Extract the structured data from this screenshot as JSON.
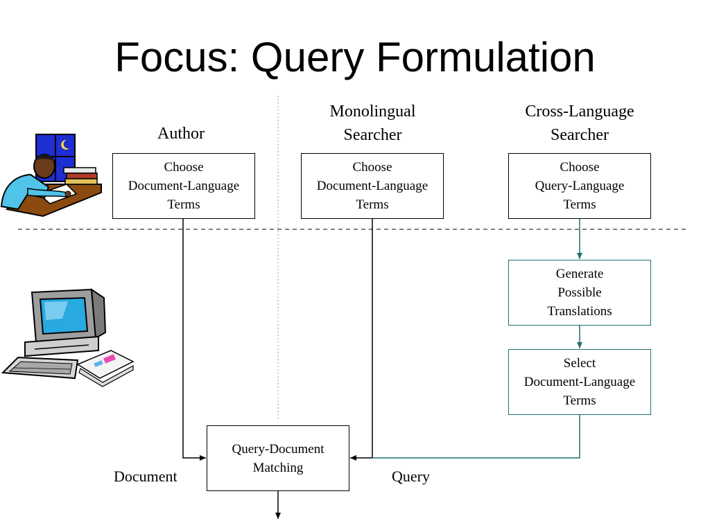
{
  "title": "Focus: Query Formulation",
  "columns": {
    "author": {
      "heading": [
        "Author"
      ]
    },
    "monolingual": {
      "heading": [
        "Monolingual",
        "Searcher"
      ]
    },
    "cross_language": {
      "heading": [
        "Cross-Language",
        "Searcher"
      ]
    }
  },
  "boxes": {
    "author_choose": [
      "Choose",
      "Document-Language",
      "Terms"
    ],
    "mono_choose": [
      "Choose",
      "Document-Language",
      "Terms"
    ],
    "cross_choose": [
      "Choose",
      "Query-Language",
      "Terms"
    ],
    "generate": [
      "Generate",
      "Possible",
      "Translations"
    ],
    "select": [
      "Select",
      "Document-Language",
      "Terms"
    ],
    "matching": [
      "Query-Document",
      "Matching"
    ]
  },
  "labels": {
    "document": "Document",
    "query": "Query"
  },
  "colors": {
    "teal": "#1f6f6f",
    "black": "#000000"
  },
  "icons": [
    "person-writing-at-desk-icon",
    "desktop-computer-icon"
  ]
}
